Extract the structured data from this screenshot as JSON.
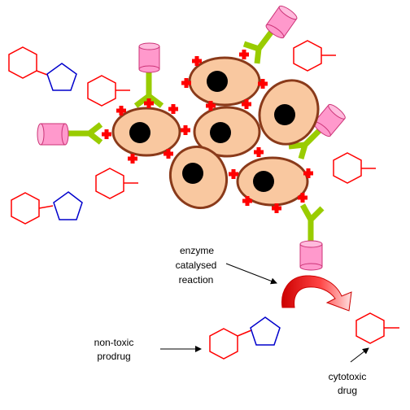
{
  "labels": {
    "enzyme_line1": "enzyme",
    "enzyme_line2": "catalysed",
    "enzyme_line3": "reaction",
    "prodrug_line1": "non-toxic",
    "prodrug_line2": "prodrug",
    "drug_line1": "cytotoxic",
    "drug_line2": "drug"
  },
  "colors": {
    "cell_fill": "#f9c8a0",
    "cell_border": "#8a3a1a",
    "nucleus": "#000000",
    "antigen": "#ff0000",
    "antibody": "#99cc00",
    "enzyme": "#ff99cc",
    "hexagon": "#ff0000",
    "pentagon": "#0000cc",
    "reaction_arrow": "#cc0000"
  }
}
